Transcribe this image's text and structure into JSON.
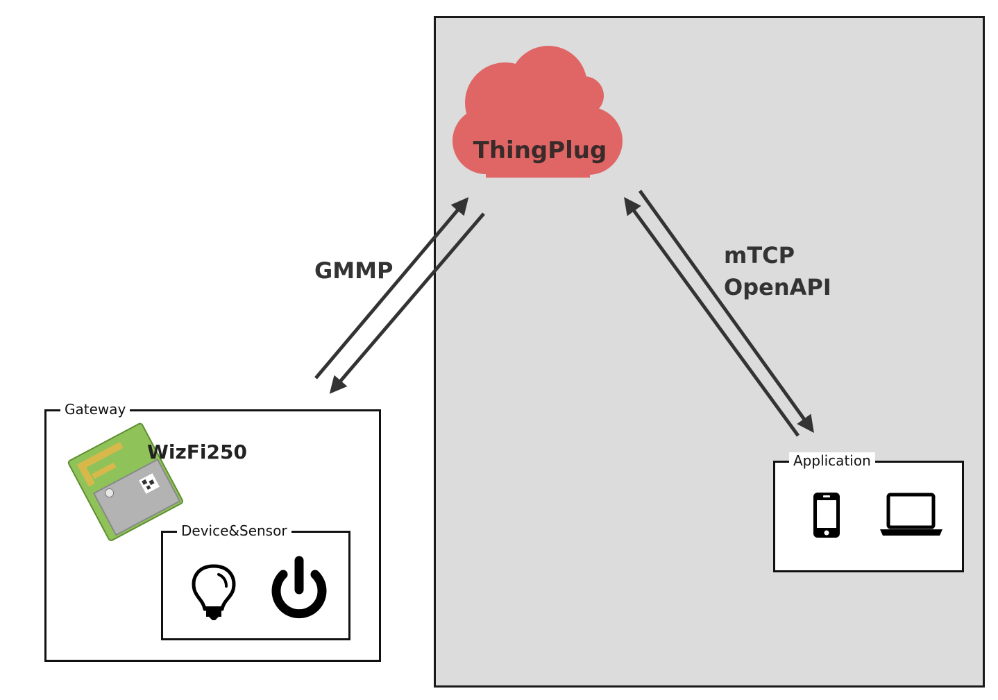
{
  "cloud": {
    "label": "ThingPlug",
    "color": "#e06666"
  },
  "protocols": {
    "gateway_link": "GMMP",
    "app_link_line1": "mTCP",
    "app_link_line2": "OpenAPI"
  },
  "gateway": {
    "label": "Gateway",
    "module_label": "WizFi250",
    "device_box_label": "Device&Sensor",
    "icons": [
      "lightbulb-icon",
      "power-icon"
    ]
  },
  "application": {
    "label": "Application",
    "icons": [
      "smartphone-icon",
      "laptop-icon"
    ]
  },
  "colors": {
    "panel_background": "#dcdcdc",
    "arrow": "#333333",
    "module_pcb": "#8fc35a",
    "module_shield": "#b3b3b3"
  }
}
